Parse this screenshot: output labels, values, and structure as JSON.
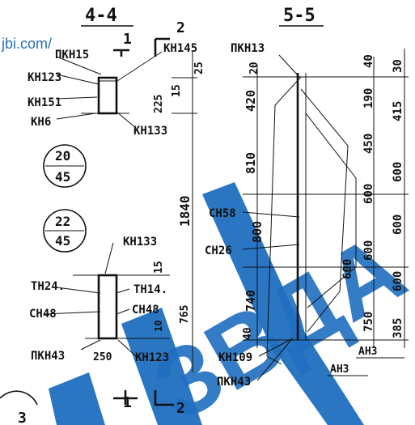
{
  "watermark": {
    "url": "jbi.com/",
    "brand": "ЗВДА"
  },
  "section_4": {
    "title": "4-4",
    "cut_label_1": "1",
    "cut_label_2": "2",
    "upper_node": {
      "callouts": [
        "ПКН15",
        "КН145",
        "КН123",
        "КН151",
        "КН6",
        "КН133"
      ],
      "dims": [
        "25",
        "15",
        "225"
      ],
      "ref_top": "20",
      "ref_bottom": "45"
    },
    "height_dim": "1840",
    "lower_node": {
      "ref_top": "22",
      "ref_bottom": "45",
      "callouts": [
        "КН133",
        "ТН24.",
        "ТН14.",
        "СН48",
        "СН48",
        "ПКН43",
        "КН123"
      ],
      "dims": [
        "15",
        "765",
        "10",
        "250"
      ]
    },
    "bottom_cut_1": "1",
    "bottom_cut_2": "2",
    "corner_ref": "3"
  },
  "section_5": {
    "title": "5-5",
    "callouts": [
      "ПКН13",
      "СН58",
      "СН26",
      "КН109",
      "ПКН43",
      "АН3",
      "АН3"
    ],
    "left_dims": [
      "20",
      "420",
      "810",
      "800",
      "740",
      "40"
    ],
    "mid_dims": [
      "40",
      "190",
      "450",
      "600",
      "600",
      "600",
      "750"
    ],
    "right_dims": [
      "30",
      "415",
      "600",
      "600",
      "600",
      "385"
    ]
  }
}
